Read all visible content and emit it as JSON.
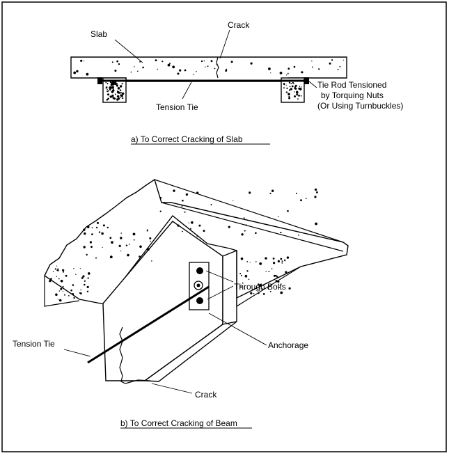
{
  "diagram_a": {
    "label_slab": "Slab",
    "label_crack": "Crack",
    "label_tension_tie": "Tension Tie",
    "label_tie_rod_line1": "Tie Rod Tensioned",
    "label_tie_rod_line2": "by Torquing Nuts",
    "label_tie_rod_line3": "(Or Using Turnbuckles)",
    "caption": "a) To Correct Cracking of Slab"
  },
  "diagram_b": {
    "label_through_bolts": "Through Bolts",
    "label_tension_tie": "Tension Tie",
    "label_anchorage": "Anchorage",
    "label_crack": "Crack",
    "caption": "b) To Correct Cracking of Beam"
  }
}
